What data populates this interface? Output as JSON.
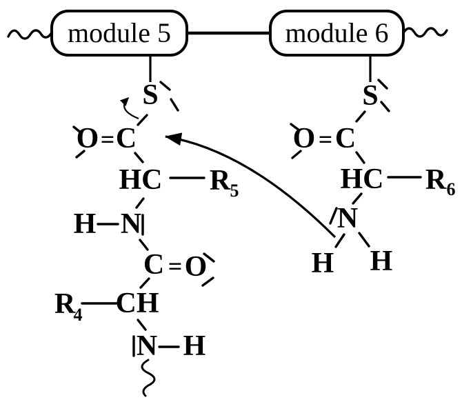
{
  "modules": {
    "module5_label": "module 5",
    "module6_label": "module 6"
  },
  "structure": {
    "m5": {
      "s": "S",
      "o": "O",
      "double1": "=",
      "c1": "C",
      "hc": "HC",
      "r5": "R",
      "r5_sub": "5",
      "h_amide": "H",
      "n_amide": "N",
      "c2": "C",
      "double2": "=",
      "o2": "O",
      "r4": "R",
      "r4_sub": "4",
      "ch": "CH",
      "n_bottom": "N",
      "h_bottom": "H"
    },
    "m6": {
      "s": "S",
      "o": "O",
      "double1": "=",
      "c1": "C",
      "hc": "HC",
      "r6": "R",
      "r6_sub": "6",
      "n": "N",
      "h_left": "H",
      "h_right": "H"
    }
  },
  "colors": {
    "ink": "#000000",
    "paper": "#ffffff"
  }
}
